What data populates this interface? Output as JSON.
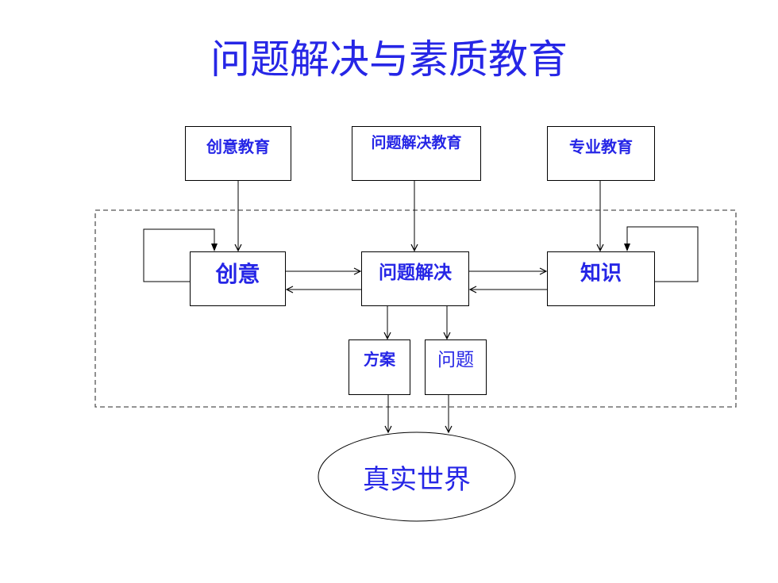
{
  "title": "问题解决与素质教育",
  "nodes": {
    "creative_education": "创意教育",
    "problem_solving_education": "问题解决教育",
    "professional_education": "专业教育",
    "creativity": "创意",
    "problem_solving": "问题解决",
    "knowledge": "知识",
    "solution": "方案",
    "problem": "问题",
    "real_world": "真实世界"
  },
  "colors": {
    "text": "#2626e6",
    "line": "#000000",
    "dashed_border": "#555555"
  }
}
